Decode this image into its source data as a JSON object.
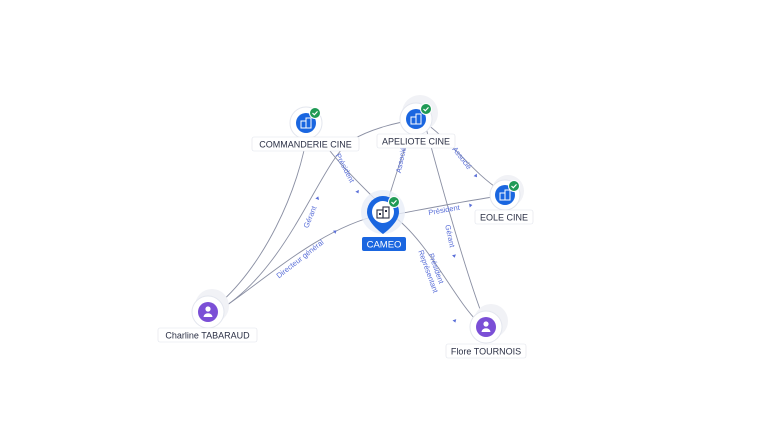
{
  "colors": {
    "company": "#1a66e0",
    "person": "#7b4fd6",
    "check": "#1f9a55",
    "edge": "#8a8fa3",
    "edge_label": "#5a6fd8"
  },
  "center": {
    "label": "CAMEO",
    "icon": "building-icon"
  },
  "companies": [
    {
      "id": "commanderie",
      "label": "COMMANDERIE CINE",
      "icon": "building-icon",
      "verified": true
    },
    {
      "id": "apeliote",
      "label": "APELIOTE CINE",
      "icon": "building-icon",
      "verified": true
    },
    {
      "id": "eole",
      "label": "EOLE CINE",
      "icon": "building-icon",
      "verified": true
    }
  ],
  "people": [
    {
      "id": "charline",
      "label": "Charline TABARAUD",
      "icon": "person-icon"
    },
    {
      "id": "flore",
      "label": "Flore TOURNOIS",
      "icon": "person-icon"
    }
  ],
  "edges": [
    {
      "from": "charline",
      "to": "commanderie",
      "label": "Gérant"
    },
    {
      "from": "charline",
      "to": "cameo",
      "label": "Directeur général"
    },
    {
      "from": "cameo",
      "to": "commanderie",
      "label": "Président"
    },
    {
      "from": "cameo",
      "to": "apeliote",
      "label": "Associé"
    },
    {
      "from": "cameo",
      "to": "eole",
      "label": "Président"
    },
    {
      "from": "apeliote",
      "to": "eole",
      "label": "Associé"
    },
    {
      "from": "flore",
      "to": "apeliote",
      "label": "Gérant"
    },
    {
      "from": "cameo",
      "to": "flore",
      "label": "Président Représentant"
    },
    {
      "from": "charline",
      "to": "apeliote",
      "label": ""
    }
  ]
}
